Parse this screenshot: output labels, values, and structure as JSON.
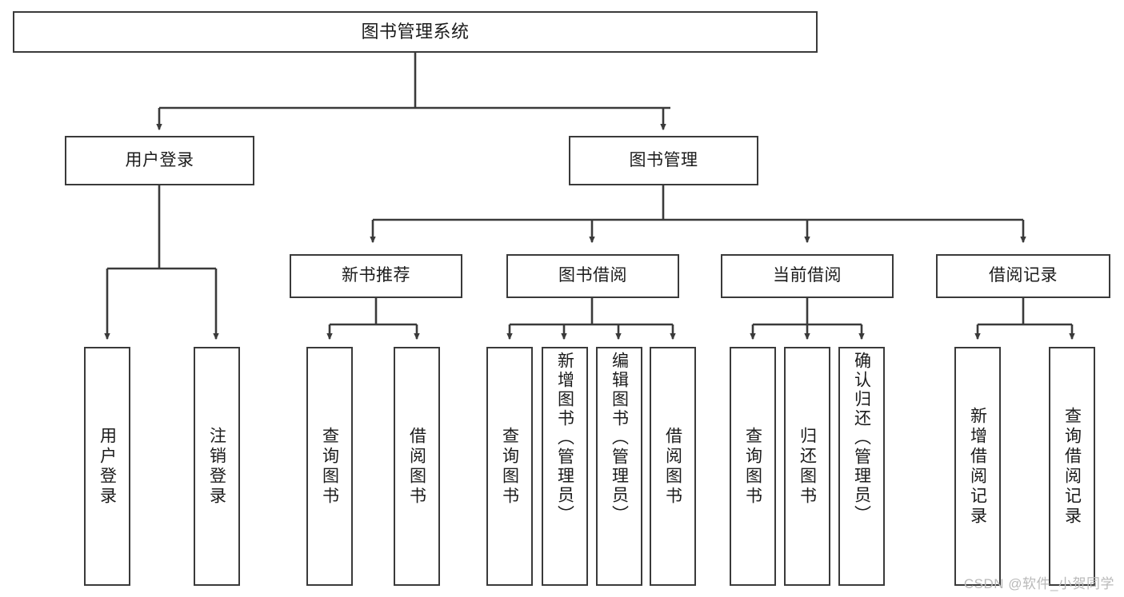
{
  "diagram": {
    "title_node": {
      "label": "图书管理系统"
    },
    "level2": [
      {
        "id": "user-login",
        "label": "用户登录"
      },
      {
        "id": "book-management",
        "label": "图书管理"
      }
    ],
    "level3": [
      {
        "id": "new-book-recommend",
        "label": "新书推荐"
      },
      {
        "id": "book-borrow",
        "label": "图书借阅"
      },
      {
        "id": "current-borrow",
        "label": "当前借阅"
      },
      {
        "id": "borrow-record",
        "label": "借阅记录"
      }
    ],
    "leaves": {
      "user_login": [
        {
          "id": "leaf-user-login",
          "label": "用户登录"
        },
        {
          "id": "leaf-logout-login",
          "label": "注销登录"
        }
      ],
      "new_book_recommend": [
        {
          "id": "leaf-query-book-1",
          "label": "查询图书"
        },
        {
          "id": "leaf-borrow-book-1",
          "label": "借阅图书"
        }
      ],
      "book_borrow": [
        {
          "id": "leaf-query-book-2",
          "label": "查询图书"
        },
        {
          "id": "leaf-add-book",
          "label": "新增图书（管理员）"
        },
        {
          "id": "leaf-edit-book",
          "label": "编辑图书（管理员）"
        },
        {
          "id": "leaf-borrow-book-2",
          "label": "借阅图书"
        }
      ],
      "current_borrow": [
        {
          "id": "leaf-query-book-3",
          "label": "查询图书"
        },
        {
          "id": "leaf-return-book",
          "label": "归还图书"
        },
        {
          "id": "leaf-confirm-return",
          "label": "确认归还（管理员）"
        }
      ],
      "borrow_record": [
        {
          "id": "leaf-add-record",
          "label": "新增借阅记录"
        },
        {
          "id": "leaf-query-record",
          "label": "查询借阅记录"
        }
      ]
    },
    "watermark": "CSDN @软件_小贺同学",
    "colors": {
      "border": "#3a3a3a",
      "background": "#ffffff",
      "text": "#1b1b1b",
      "watermark": "#b9b9b9"
    }
  }
}
